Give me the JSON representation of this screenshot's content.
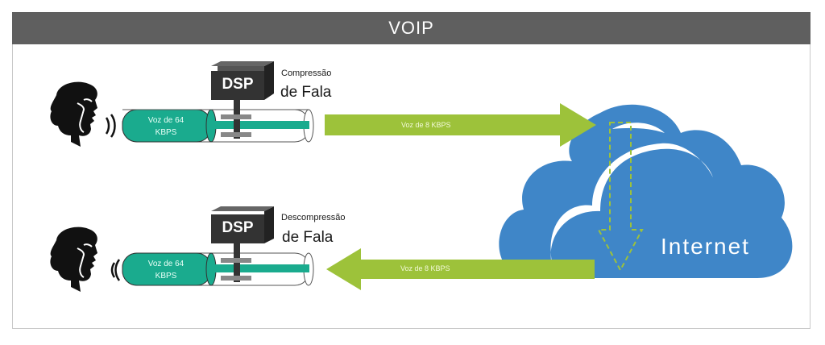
{
  "header": {
    "title": "VOIP"
  },
  "top": {
    "dsp_label": "DSP",
    "caption_line1": "Compressão",
    "caption_line2": "de Fala",
    "tube_line1": "Voz de 64",
    "tube_line2": "KBPS",
    "arrow_label": "Voz de 8 KBPS"
  },
  "bottom": {
    "dsp_label": "DSP",
    "caption_line1": "Descompressão",
    "caption_line2": "de Fala",
    "tube_line1": "Voz de 64",
    "tube_line2": "KBPS",
    "arrow_label": "Voz de 8 KBPS"
  },
  "cloud": {
    "label": "Internet"
  },
  "colors": {
    "header_bg": "#5f5f5f",
    "arrow_green": "#9dc23a",
    "cloud_blue": "#3f86c8",
    "tube_teal": "#1aab8e",
    "dsp_dark": "#333333"
  }
}
